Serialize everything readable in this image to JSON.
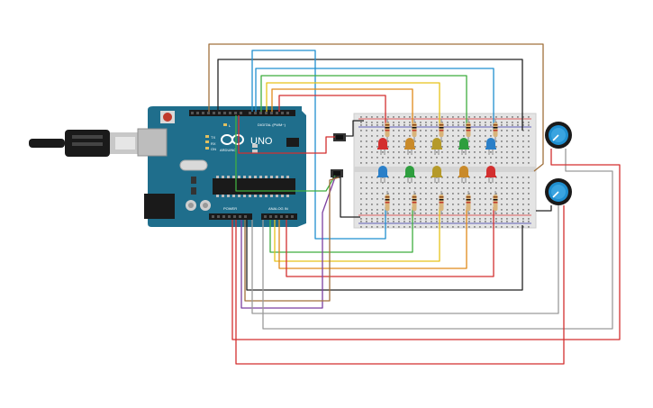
{
  "board": {
    "brand": "ARDUINO",
    "model": "UNO",
    "digital_header_label": "DIGITAL (PWM~)",
    "power_header_label": "POWER",
    "analog_header_label": "ANALOG IN",
    "tx_label": "TX",
    "rx_label": "RX",
    "on_label": "ON",
    "l_label": "L"
  },
  "colors": {
    "board": "#1f6e8c",
    "breadboard": "#e4e4e4",
    "wire_red": "#d32f2f",
    "wire_black": "#222222",
    "wire_brown": "#a0703c",
    "wire_blue": "#1f8fd0",
    "wire_green": "#3fae3f",
    "wire_orange": "#e08a1a",
    "wire_yellow": "#e6c21a",
    "wire_purple": "#7b3fa0",
    "wire_gray": "#9a9a9a"
  },
  "leds_top": [
    "red",
    "orange",
    "yellow",
    "green",
    "blue"
  ],
  "leds_bottom": [
    "blue",
    "green",
    "yellow",
    "orange",
    "red"
  ]
}
